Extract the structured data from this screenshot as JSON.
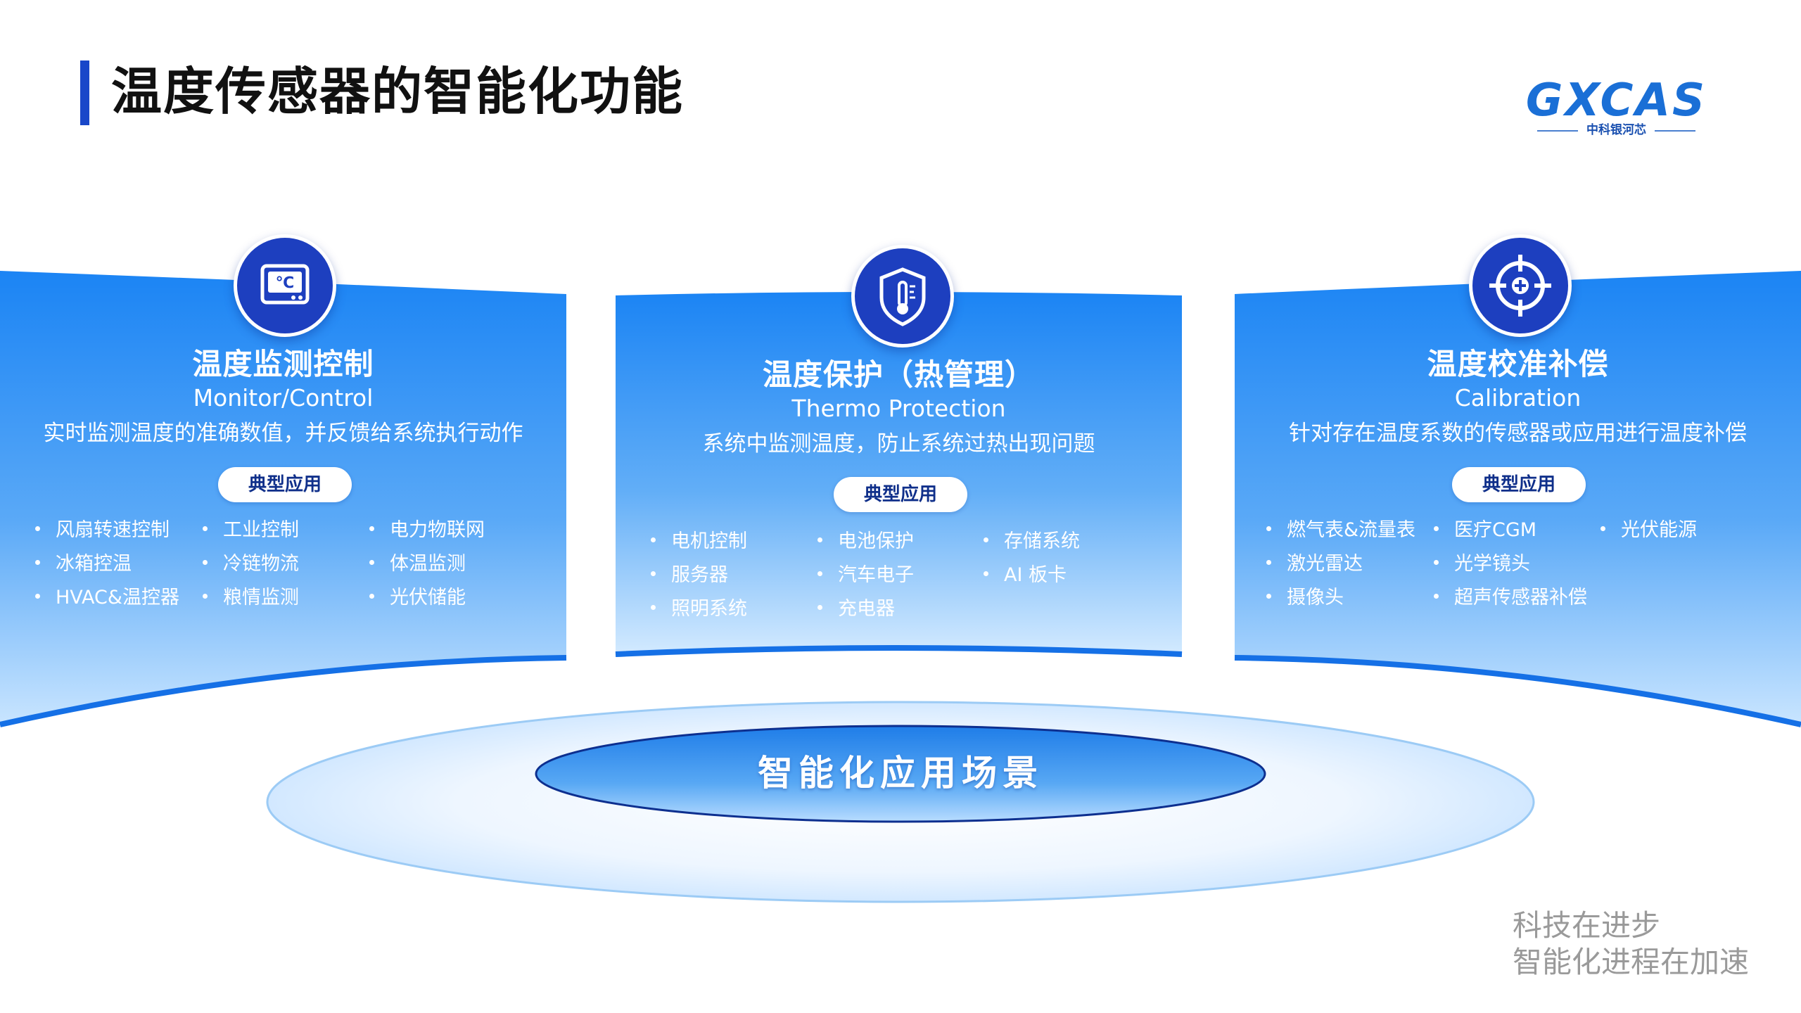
{
  "header": {
    "title": "温度传感器的智能化功能",
    "logo_text": "GXCAS",
    "logo_sub": "中科银河芯"
  },
  "panels": [
    {
      "icon": "thermometer-display-icon",
      "title": "温度监测控制",
      "subtitle": "Monitor/Control",
      "desc": "实时监测温度的准确数值，并反馈给系统执行动作",
      "pill": "典型应用",
      "items": [
        "风扇转速控制",
        "工业控制",
        "电力物联网",
        "冰箱控温",
        "冷链物流",
        "体温监测",
        "HVAC&温控器",
        "粮情监测",
        "光伏储能"
      ]
    },
    {
      "icon": "shield-thermometer-icon",
      "title": "温度保护（热管理）",
      "subtitle": "Thermo Protection",
      "desc": "系统中监测温度，防止系统过热出现问题",
      "pill": "典型应用",
      "items": [
        "电机控制",
        "电池保护",
        "存储系统",
        "服务器",
        "汽车电子",
        "AI 板卡",
        "照明系统",
        "充电器"
      ]
    },
    {
      "icon": "crosshair-target-icon",
      "title": "温度校准补偿",
      "subtitle": "Calibration",
      "desc": "针对存在温度系数的传感器或应用进行温度补偿",
      "pill": "典型应用",
      "items": [
        "燃气表&流量表",
        "医疗CGM",
        "光伏能源",
        "激光雷达",
        "光学镜头",
        "摄像头",
        "超声传感器补偿"
      ]
    }
  ],
  "center": {
    "label": "智能化应用场景"
  },
  "slogan": {
    "line1": "科技在进步",
    "line2": "智能化进程在加速"
  },
  "colors": {
    "primary": "#1d3fbf",
    "panel_top": "#1e88f5",
    "panel_bottom": "#bfe0ff",
    "accent_bar": "#1947c9"
  }
}
